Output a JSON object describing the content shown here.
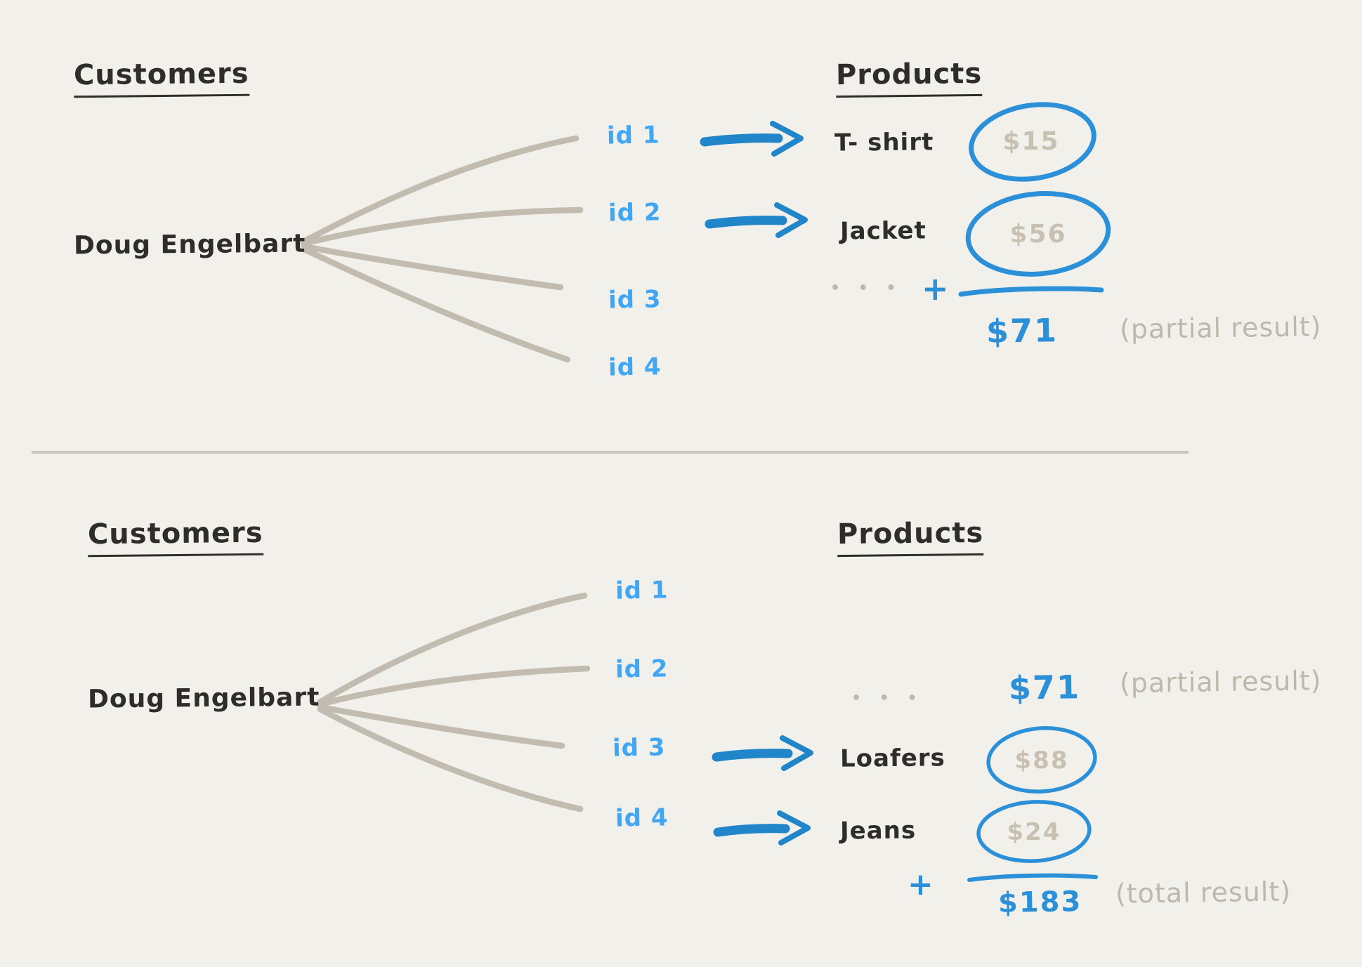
{
  "colors": {
    "background": "#f2f0eb",
    "ink": "#2e2d29",
    "id_blue": "#41a7f5",
    "arrow_blue": "#2085c9",
    "accent_blue": "#2b90d8",
    "sketch_gray": "#c1bbb0",
    "text_gray": "#beb7ab",
    "price_gray": "#c8c1b3",
    "divider": "#c9c5bd"
  },
  "sections": {
    "top": {
      "customers_heading": "Customers",
      "customer_name": "Doug Engelbart",
      "products_heading": "Products",
      "ids": [
        "id 1",
        "id 2",
        "id 3",
        "id 4"
      ],
      "products": [
        {
          "name": "T- shirt",
          "price": "$15"
        },
        {
          "name": "Jacket",
          "price": "$56"
        }
      ],
      "ellipsis": "• • •",
      "plus": "+",
      "partial_sum": "$71",
      "partial_note": "(partial result)"
    },
    "bottom": {
      "customers_heading": "Customers",
      "customer_name": "Doug Engelbart",
      "products_heading": "Products",
      "ids": [
        "id 1",
        "id 2",
        "id 3",
        "id 4"
      ],
      "ellipsis": "• • •",
      "carried_sum": "$71",
      "carried_note": "(partial result)",
      "products": [
        {
          "name": "Loafers",
          "price": "$88"
        },
        {
          "name": "Jeans",
          "price": "$24"
        }
      ],
      "plus": "+",
      "total_sum": "$183",
      "total_note": "(total result)"
    }
  }
}
